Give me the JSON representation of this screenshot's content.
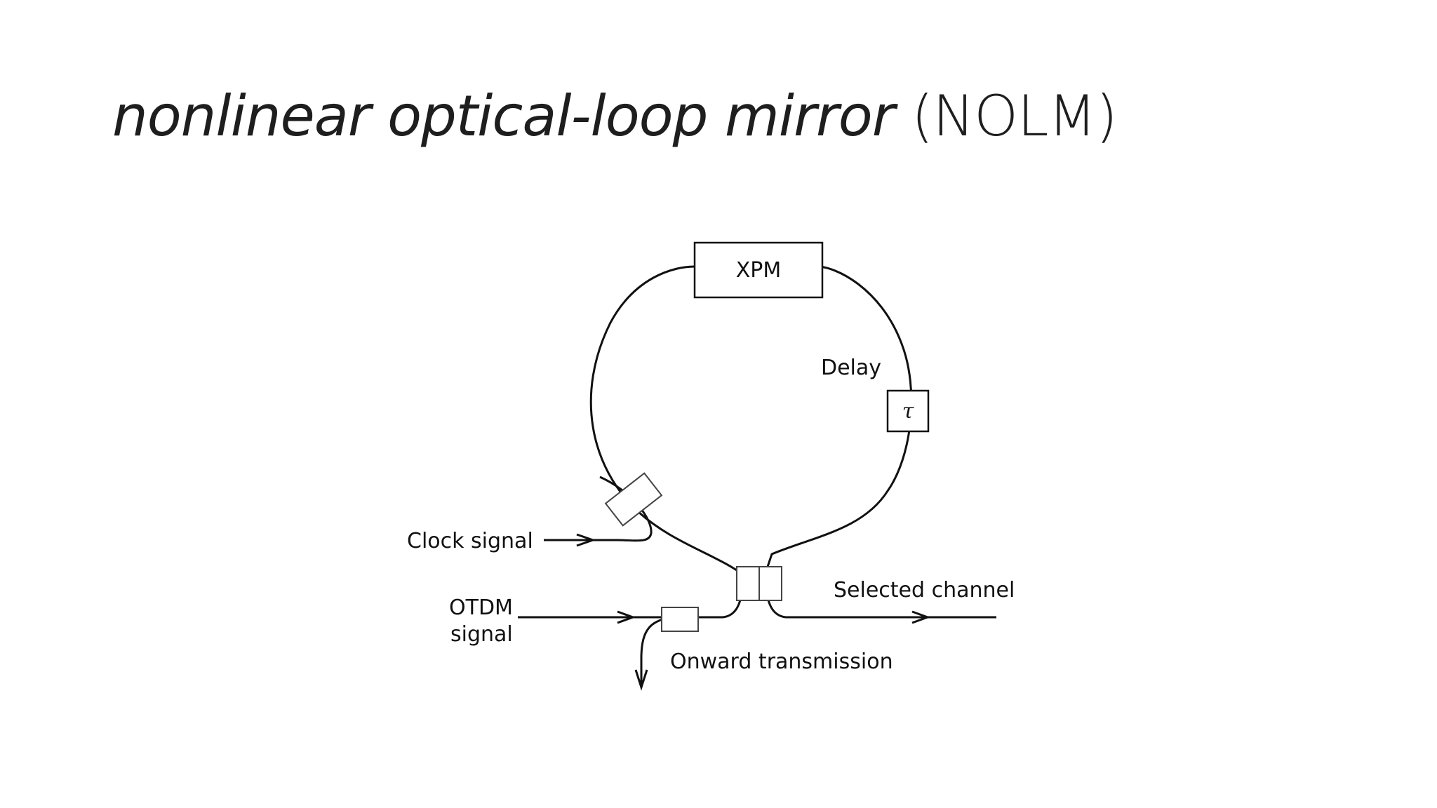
{
  "slide": {
    "title_italic": "nonlinear optical-loop mirror",
    "title_rest": " (NOLM)"
  },
  "diagram": {
    "labels": {
      "xpm": "XPM",
      "delay": "Delay",
      "tau": "τ",
      "clock_signal": "Clock signal",
      "otdm_line1": "OTDM",
      "otdm_line2": "signal",
      "selected_channel": "Selected channel",
      "onward_transmission": "Onward transmission"
    }
  }
}
